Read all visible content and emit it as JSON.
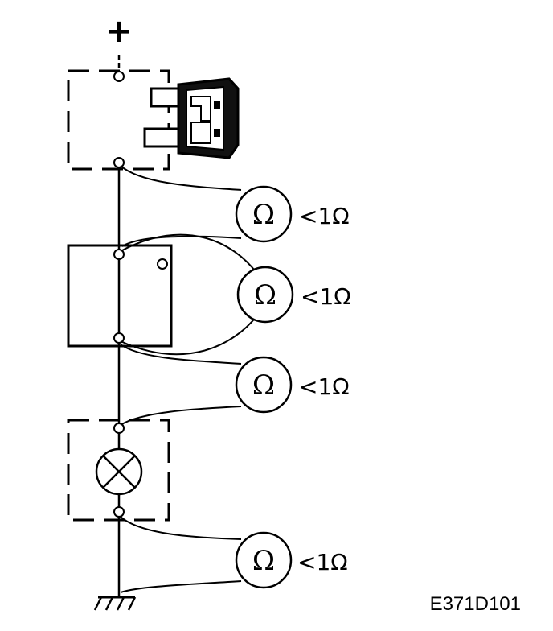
{
  "supply": {
    "plus_symbol": "+"
  },
  "meters": [
    {
      "symbol": "Ω",
      "reading": "<1Ω"
    },
    {
      "symbol": "Ω",
      "reading": "<1Ω"
    },
    {
      "symbol": "Ω",
      "reading": "<1Ω"
    },
    {
      "symbol": "Ω",
      "reading": "<1Ω"
    }
  ],
  "figure_code": "E371D101",
  "icons": {
    "fuse": "blade-fuse-icon",
    "lamp": "lamp-icon",
    "ground": "ground-icon"
  }
}
